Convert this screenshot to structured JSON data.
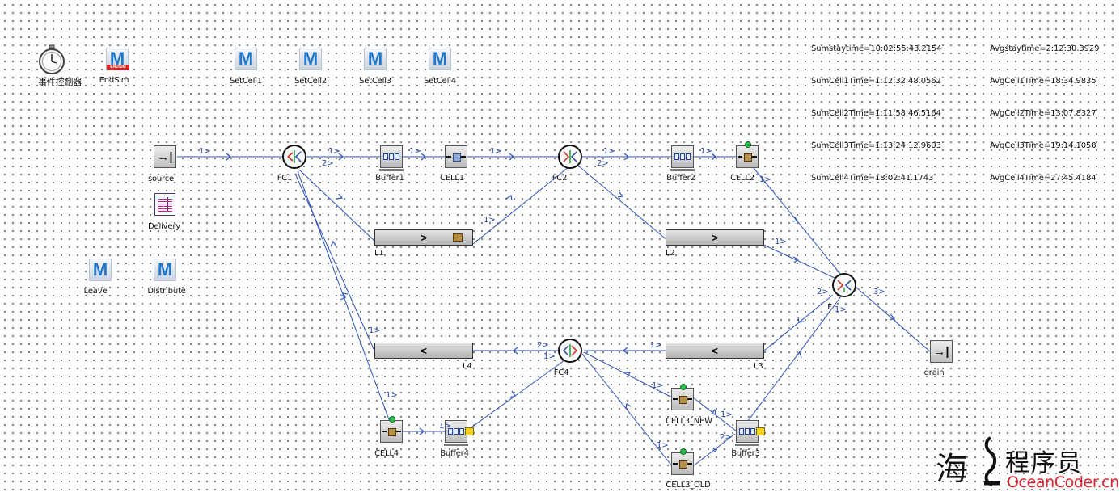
{
  "methods": [
    {
      "id": "endsim",
      "label": "EndSim",
      "icon": "method-endsim-icon",
      "tag": "ENDSIM"
    },
    {
      "id": "setcell1",
      "label": "SetCell1",
      "icon": "method-icon"
    },
    {
      "id": "setcell2",
      "label": "SetCell2",
      "icon": "method-icon"
    },
    {
      "id": "setcell3",
      "label": "SetCell3",
      "icon": "method-icon"
    },
    {
      "id": "setcell4",
      "label": "SetCell4",
      "icon": "method-icon"
    },
    {
      "id": "leave",
      "label": "Leave",
      "icon": "method-icon"
    },
    {
      "id": "distribute",
      "label": "Distribute",
      "icon": "method-icon"
    }
  ],
  "method_glyph": "M",
  "event_controller": {
    "label": "事件控制器",
    "icon": "stopwatch-icon"
  },
  "delivery": {
    "label": "Delivery",
    "icon": "table-file-icon"
  },
  "source": {
    "label": "source",
    "glyph": "→|"
  },
  "drain": {
    "label": "drain",
    "glyph": "→|"
  },
  "flow_controls": {
    "fc1": "FC1",
    "fc2": "FC2",
    "fc4": "FC4",
    "f": "F"
  },
  "buffers": {
    "buffer1": "Buffer1",
    "buffer2": "Buffer2",
    "buffer3": "Buffer3",
    "buffer4": "Buffer4"
  },
  "stations": {
    "cell1": "CELL1",
    "cell2": "CELL2",
    "cell3_new": "CELL3_NEW",
    "cell3_old": "CELL3_OLD",
    "cell4": "CELL4"
  },
  "conveyors": {
    "l1": {
      "label": "L1",
      "arrow": ">"
    },
    "l2": {
      "label": "L2",
      "arrow": ">"
    },
    "l3": {
      "label": "L3",
      "arrow": "<"
    },
    "l4": {
      "label": "L4",
      "arrow": "<"
    }
  },
  "stats": {
    "sum_stay": "Sumstaytime=10:02:55:43.2154",
    "avg_stay": "Avgstaytime=2:12:30.3929",
    "sum_cell1": "SumCell1Time=1:12:32:48.0562",
    "avg_cell1": "AvgCell1Time=18:34.9835",
    "sum_cell2": "SumCell2Time=1:11:58:46.5164",
    "avg_cell2": "AvgCell2Time=13:07.8327",
    "sum_cell3": "SumCell3Time=1:13:24:12.9603",
    "avg_cell3": "AvgCell3Time=19:14.1058",
    "sum_cell4": "SumCell4Time=18:02:41.1743",
    "avg_cell4": "AvgCell4Time=27:45.4184"
  },
  "ports": {
    "p1": "1>",
    "p2": "1>",
    "p3": "2>",
    "p4": "1>",
    "p5": "1>",
    "p6": "1>",
    "p7": "1>",
    "p8": "2>",
    "p9": "1>",
    "p10": "1>",
    "p11": "1>",
    "p12": "2>",
    "p13": "1>",
    "p14": "3>",
    "p15": "1>",
    "p16": "2>",
    "p17": "1>",
    "p18": "1>",
    "p19": "1>",
    "p20": "1>",
    "p21": "1>",
    "p22": "1>",
    "p23": "2>",
    "p24": "1>",
    "p25": "1>"
  },
  "watermark": {
    "sea_char": "海",
    "title": "程序员",
    "brand": "OceanCoder.cn"
  },
  "colors": {
    "connector": "#2a4fc2",
    "text": "#111111",
    "accent_red": "#e0202a"
  }
}
